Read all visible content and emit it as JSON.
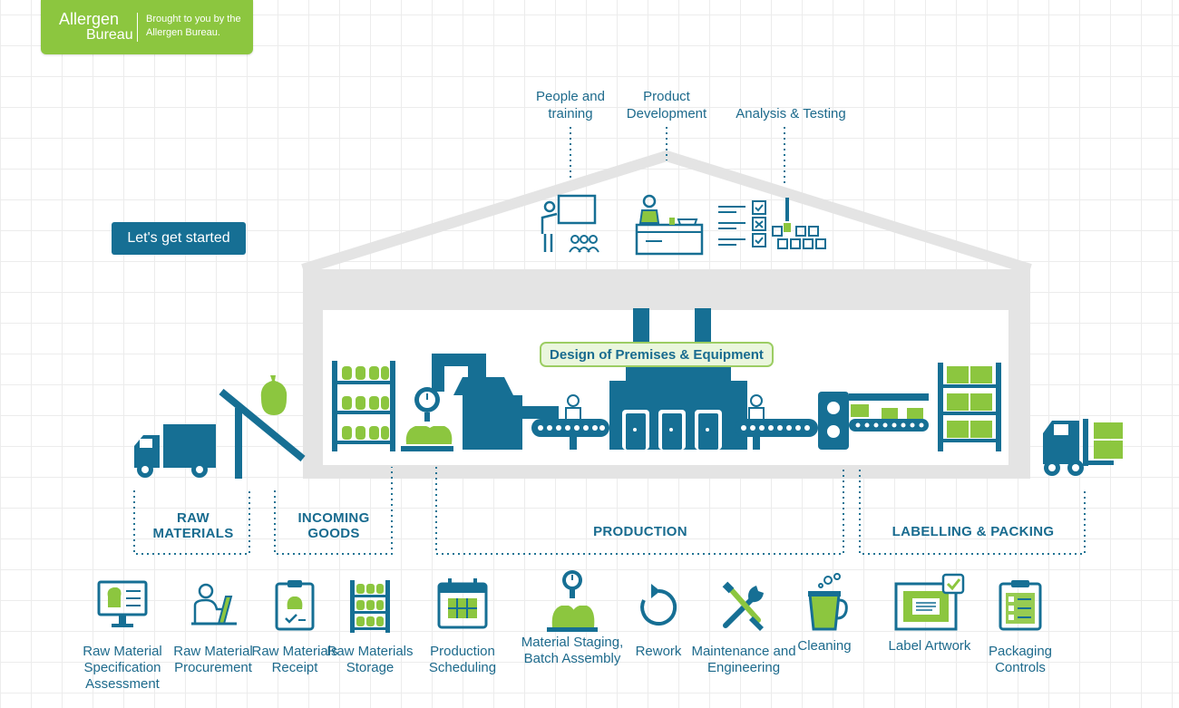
{
  "brand": {
    "name_line1": "Allergen",
    "name_line2": "Bureau",
    "tagline": "Brought to you by the Allergen Bureau."
  },
  "start_button": {
    "label": "Let's get started"
  },
  "top_labels": {
    "people": "People and training",
    "product": "Product Development",
    "analysis": "Analysis & Testing"
  },
  "design_label": "Design of Premises & Equipment",
  "sections": {
    "raw": "RAW MATERIALS",
    "incoming": "INCOMING GOODS",
    "production": "PRODUCTION",
    "labelling": "LABELLING & PACKING"
  },
  "processes": [
    {
      "id": "rms",
      "label": "Raw Material Specification Assessment",
      "icon": "computer-checklist-icon"
    },
    {
      "id": "rmp",
      "label": "Raw Material Procurement",
      "icon": "person-laptop-icon"
    },
    {
      "id": "rmr",
      "label": "Raw Materials Receipt",
      "icon": "clipboard-receipt-icon"
    },
    {
      "id": "rmst",
      "label": "Raw Materials Storage",
      "icon": "storage-shelf-icon"
    },
    {
      "id": "ps",
      "label": "Production Scheduling",
      "icon": "calendar-icon"
    },
    {
      "id": "msba",
      "label": "Material Staging, Batch Assembly",
      "icon": "scale-bags-icon"
    },
    {
      "id": "rw",
      "label": "Rework",
      "icon": "rework-arrow-icon"
    },
    {
      "id": "me",
      "label": "Maintenance and Engineering",
      "icon": "tools-icon"
    },
    {
      "id": "cl",
      "label": "Cleaning",
      "icon": "bucket-icon"
    },
    {
      "id": "la",
      "label": "Label Artwork",
      "icon": "label-artwork-icon"
    },
    {
      "id": "pc",
      "label": "Packaging Controls",
      "icon": "clipboard-checklist-icon"
    }
  ],
  "colors": {
    "blue": "#166f94",
    "green": "#8cc63f",
    "roof": "#e4e4e4",
    "label": "#1d6a8c"
  }
}
